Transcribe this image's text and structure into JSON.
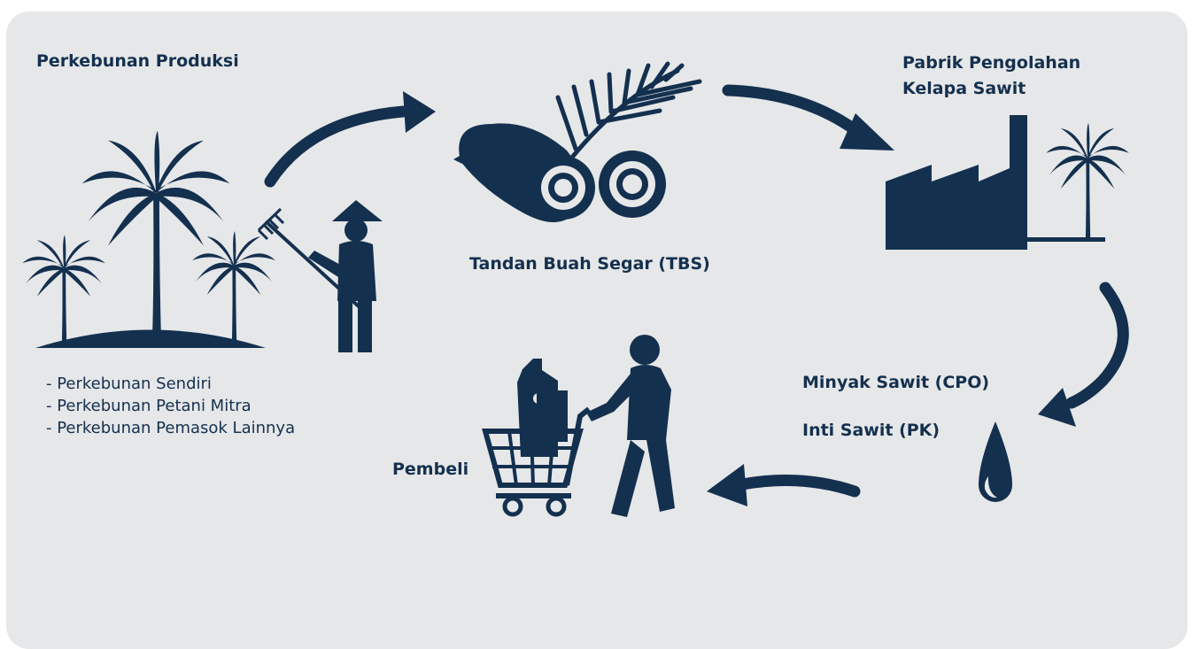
{
  "colors": {
    "ink": "#14304f",
    "panel": "#e6e7e8",
    "background": "#ffffff"
  },
  "plantation": {
    "title": "Perkebunan Produksi",
    "sources": [
      "- Perkebunan Sendiri",
      "- Perkebunan Petani Mitra",
      "- Perkebunan Pemasok Lainnya"
    ],
    "icons": [
      "palm-tree-icon",
      "farmer-icon"
    ]
  },
  "ffb": {
    "label": "Tandan Buah Segar (TBS)",
    "icon": "palm-fruit-bunch-icon"
  },
  "mill": {
    "label_line1": "Pabrik Pengolahan",
    "label_line2": "Kelapa Sawit",
    "icon": "factory-icon"
  },
  "products": {
    "cpo": "Minyak Sawit (CPO)",
    "pk": "Inti Sawit (PK)",
    "icon": "oil-drop-icon"
  },
  "buyer": {
    "label": "Pembeli",
    "icon": "shopping-cart-icon"
  }
}
